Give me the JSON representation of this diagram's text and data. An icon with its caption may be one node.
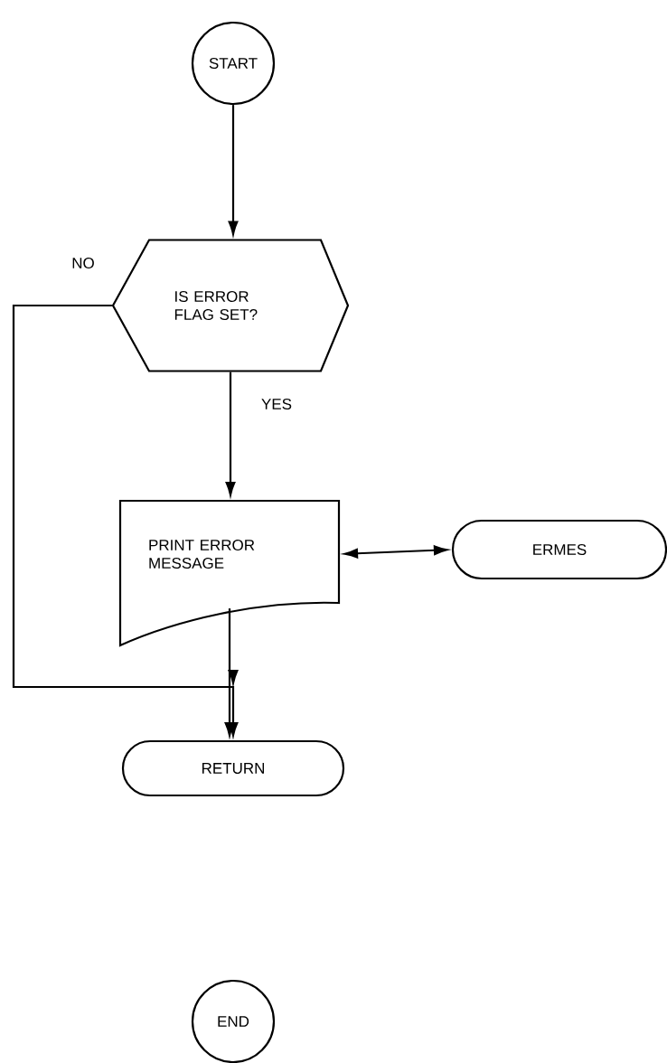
{
  "diagram": {
    "nodes": [
      {
        "text": [
          "START"
        ]
      },
      {
        "text": [
          "IS ERROR FLAG SET?"
        ]
      },
      {
        "text": [
          "PRINT ERROR MESSAGE"
        ]
      },
      {
        "text": [
          "ERMES"
        ]
      },
      {
        "text": [
          "RETURN"
        ]
      },
      {
        "text": [
          "END"
        ]
      }
    ],
    "edges": [
      {
        "from": 0,
        "to": 1,
        "arrow": "to"
      },
      {
        "from": 1,
        "to": 2,
        "arrow": "to",
        "label": "YES"
      },
      {
        "from": 2,
        "to": 3,
        "arrow": "both"
      },
      {
        "from": 1,
        "to": 4,
        "arrow": "to",
        "label": "NO"
      },
      {
        "from": 2,
        "to": 4,
        "arrow": "to"
      }
    ]
  }
}
